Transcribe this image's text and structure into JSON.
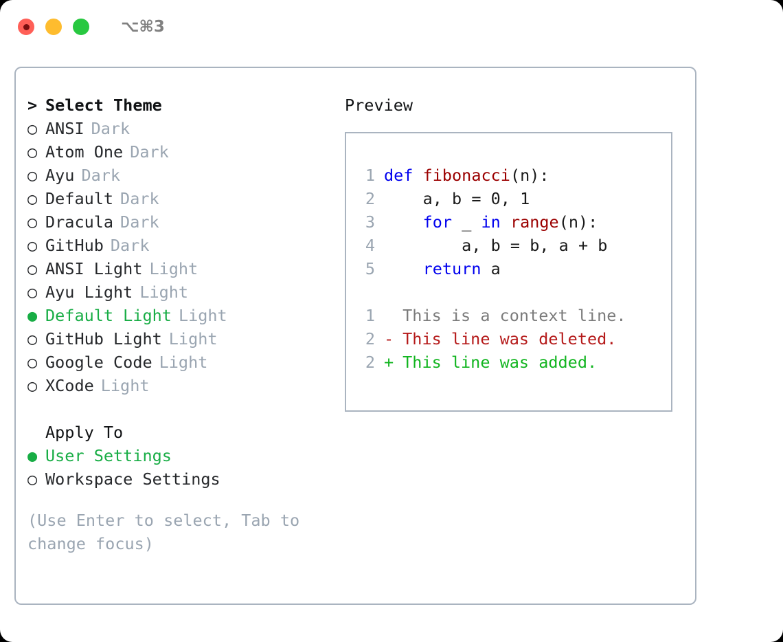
{
  "titlebar": {
    "shortcut": "⌥⌘3",
    "buttons": [
      {
        "name": "close",
        "color": "#ff5f57"
      },
      {
        "name": "minimize",
        "color": "#febc2e"
      },
      {
        "name": "maximize",
        "color": "#28c840"
      }
    ]
  },
  "theme_picker": {
    "heading": "Select Theme",
    "caret": ">",
    "bullet_unselected": "○",
    "bullet_selected": "●",
    "items": [
      {
        "label": "ANSI",
        "tag": "Dark",
        "selected": false
      },
      {
        "label": "Atom One",
        "tag": "Dark",
        "selected": false
      },
      {
        "label": "Ayu",
        "tag": "Dark",
        "selected": false
      },
      {
        "label": "Default",
        "tag": "Dark",
        "selected": false
      },
      {
        "label": "Dracula",
        "tag": "Dark",
        "selected": false
      },
      {
        "label": "GitHub",
        "tag": "Dark",
        "selected": false
      },
      {
        "label": "ANSI Light",
        "tag": "Light",
        "selected": false
      },
      {
        "label": "Ayu Light",
        "tag": "Light",
        "selected": false
      },
      {
        "label": "Default Light",
        "tag": "Light",
        "selected": true
      },
      {
        "label": "GitHub Light",
        "tag": "Light",
        "selected": false
      },
      {
        "label": "Google Code",
        "tag": "Light",
        "selected": false
      },
      {
        "label": "XCode",
        "tag": "Light",
        "selected": false
      }
    ]
  },
  "apply_to": {
    "heading": "Apply To",
    "items": [
      {
        "label": "User Settings",
        "selected": true
      },
      {
        "label": "Workspace Settings",
        "selected": false
      }
    ]
  },
  "hint": "(Use Enter to select, Tab to change focus)",
  "preview": {
    "title": "Preview",
    "code_lines": [
      {
        "no": "1",
        "tokens": [
          {
            "t": "def ",
            "c": "kw"
          },
          {
            "t": "fibonacci",
            "c": "fn"
          },
          {
            "t": "(n):",
            "c": "pl"
          }
        ]
      },
      {
        "no": "2",
        "tokens": [
          {
            "t": "    a, b = 0, 1",
            "c": "pl"
          }
        ]
      },
      {
        "no": "3",
        "tokens": [
          {
            "t": "    ",
            "c": "pl"
          },
          {
            "t": "for",
            "c": "kw"
          },
          {
            "t": " _ ",
            "c": "pl"
          },
          {
            "t": "in",
            "c": "kw"
          },
          {
            "t": " ",
            "c": "pl"
          },
          {
            "t": "range",
            "c": "fn"
          },
          {
            "t": "(n):",
            "c": "pl"
          }
        ]
      },
      {
        "no": "4",
        "tokens": [
          {
            "t": "        a, b = b, a + b",
            "c": "pl"
          }
        ]
      },
      {
        "no": "5",
        "tokens": [
          {
            "t": "    ",
            "c": "pl"
          },
          {
            "t": "return",
            "c": "kw"
          },
          {
            "t": " a",
            "c": "pl"
          }
        ]
      }
    ],
    "diff_lines": [
      {
        "no": "1",
        "mark": " ",
        "text": "This is a context line.",
        "kind": "diff-ctx"
      },
      {
        "no": "2",
        "mark": "-",
        "text": "This line was deleted.",
        "kind": "diff-del"
      },
      {
        "no": "2",
        "mark": "+",
        "text": "This line was added.",
        "kind": "diff-add"
      }
    ]
  },
  "colors": {
    "accent_green": "#18ad45",
    "muted": "#9aa5b1",
    "border": "#aab4c0",
    "keyword": "#0000ee",
    "function": "#9b0000",
    "diff_added": "#12b520",
    "diff_deleted": "#b51a1a"
  }
}
